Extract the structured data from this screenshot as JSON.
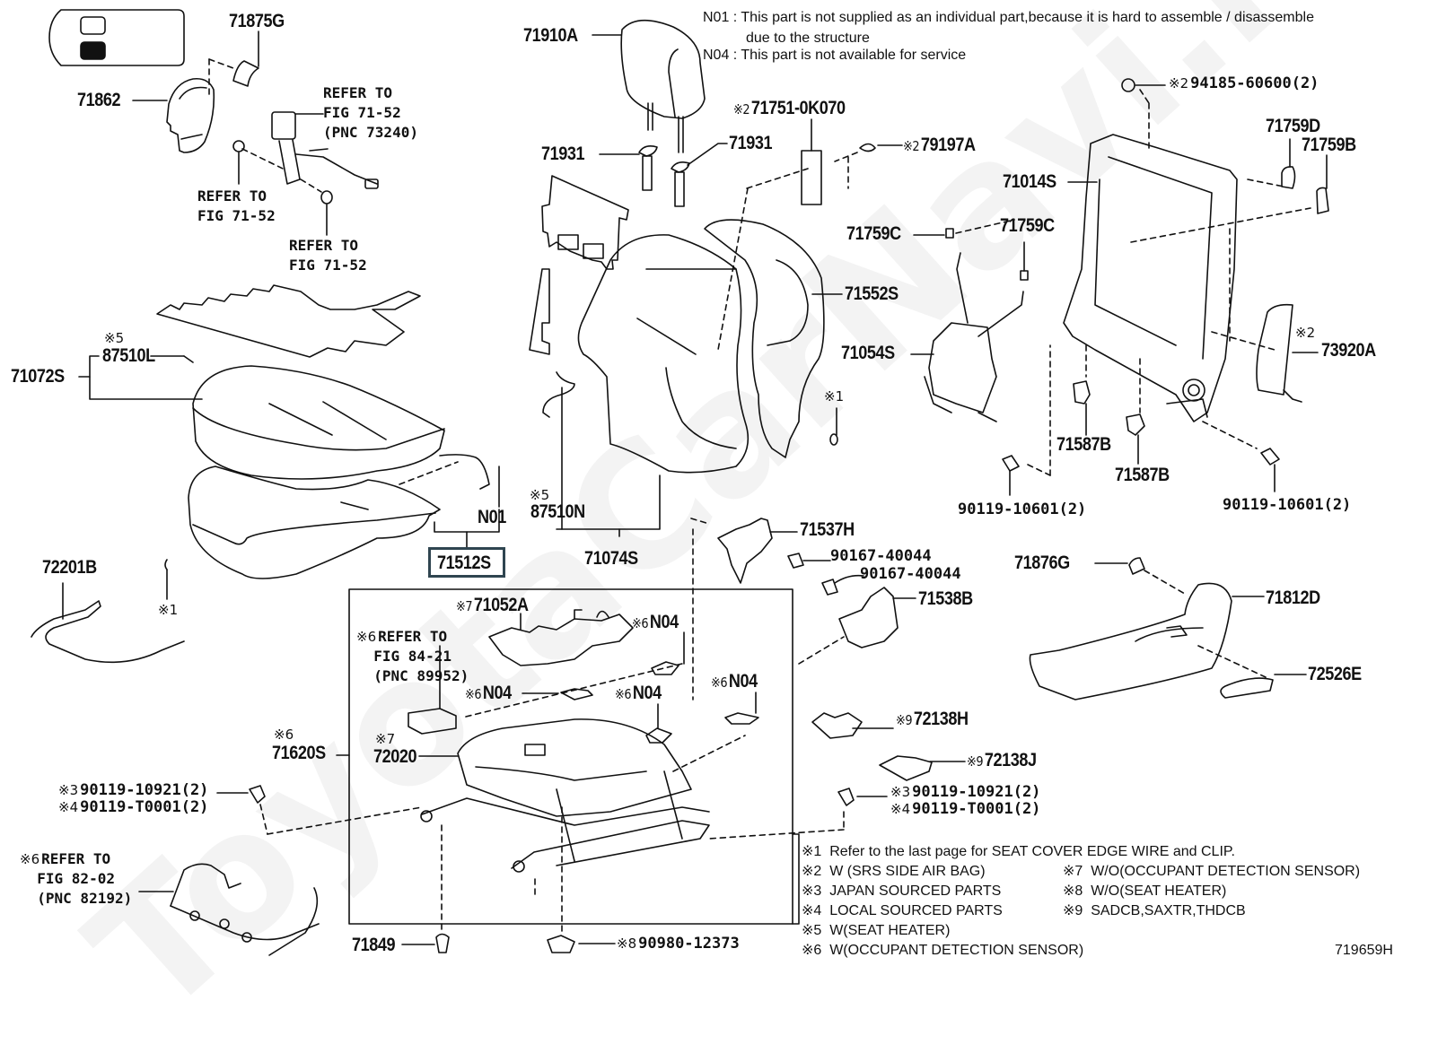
{
  "diagram": {
    "figure_id": "719659H",
    "watermark": "ToyotaCarNavi.ru",
    "notes": [
      {
        "code": "N01",
        "text": "This part is not supplied as an individual part,because it is hard to assemble / disassemble",
        "continuation": "due to the structure"
      },
      {
        "code": "N04",
        "text": "This part is not available for service"
      }
    ],
    "legend": [
      {
        "mark": "※1",
        "text": "Refer to the last page for SEAT COVER EDGE WIRE and CLIP."
      },
      {
        "mark": "※2",
        "text": "W (SRS SIDE AIR BAG)"
      },
      {
        "mark": "※3",
        "text": "JAPAN SOURCED PARTS"
      },
      {
        "mark": "※4",
        "text": "LOCAL SOURCED PARTS"
      },
      {
        "mark": "※5",
        "text": "W(SEAT HEATER)"
      },
      {
        "mark": "※6",
        "text": "W(OCCUPANT DETECTION SENSOR)"
      },
      {
        "mark": "※7",
        "text": "W/O(OCCUPANT DETECTION SENSOR)"
      },
      {
        "mark": "※8",
        "text": "W/O(SEAT HEATER)"
      },
      {
        "mark": "※9",
        "text": "SADCB,SAXTR,THDCB"
      }
    ],
    "highlighted_part": "71512S",
    "parts": {
      "p71875G": "71875G",
      "p71862": "71862",
      "p71910A": "71910A",
      "p71931a": "71931",
      "p71931b": "71931",
      "p71751": "71751-0K070",
      "p79197A": "79197A",
      "p94185": "94185-60600(2)",
      "p71759D": "71759D",
      "p71759B": "71759B",
      "p71014S": "71014S",
      "p71759C1": "71759C",
      "p71759C2": "71759C",
      "p71552S": "71552S",
      "p71054S": "71054S",
      "p73920A": "73920A",
      "p71587B1": "71587B",
      "p71587B2": "71587B",
      "p90119a": "90119-10601(2)",
      "p90119b": "90119-10601(2)",
      "p87510L": "87510L",
      "p71072S": "71072S",
      "p87510N": "87510N",
      "p71074S": "71074S",
      "pN01": "N01",
      "p71512S": "71512S",
      "p72201B": "72201B",
      "p71537H": "71537H",
      "p90167a": "90167-40044",
      "p90167b": "90167-40044",
      "p71538B": "71538B",
      "p71876G": "71876G",
      "p71812D": "71812D",
      "p72526E": "72526E",
      "p71052A": "71052A",
      "pN04a": "N04",
      "pN04b": "N04",
      "pN04c": "N04",
      "pN04d": "N04",
      "p71620S": "71620S",
      "p72020": "72020",
      "p72138H": "72138H",
      "p72138J": "72138J",
      "p90119_10921_l": "90119-10921(2)",
      "p90119_T0001_l": "90119-T0001(2)",
      "p90119_10921_r": "90119-10921(2)",
      "p90119_T0001_r": "90119-T0001(2)",
      "p71849": "71849",
      "p90980": "90980-12373"
    },
    "marks": {
      "m1": "※1",
      "m2": "※2",
      "m3": "※3",
      "m4": "※4",
      "m5": "※5",
      "m6": "※6",
      "m7": "※7",
      "m8": "※8",
      "m9": "※9"
    },
    "references": {
      "seatbelt_buckle": "REFER TO\nFIG 71-52\n(PNC 73240)",
      "seatbelt_washer1": "REFER TO\nFIG 71-52",
      "seatbelt_washer2": "REFER TO\nFIG 71-52",
      "ods_ecu": "REFER TO\n  FIG 84-21\n  (PNC 89952)",
      "wire_harness": "REFER TO\n  FIG 82-02\n  (PNC 82192)"
    }
  }
}
